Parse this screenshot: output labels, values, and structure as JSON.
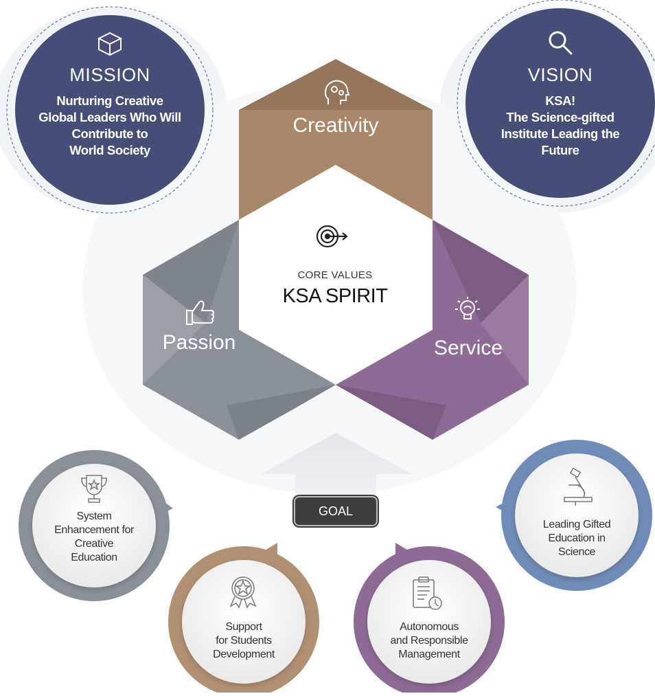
{
  "mission": {
    "heading": "MISSION",
    "lines": [
      "Nurturing Creative",
      "Global Leaders Who Will",
      "Contribute to",
      "World Society"
    ]
  },
  "vision": {
    "heading": "VISION",
    "lines": [
      "KSA!",
      "The Science-gifted",
      "Institute Leading the",
      "Future"
    ]
  },
  "core": {
    "subtitle": "CORE VALUES",
    "title": "KSA SPIRIT"
  },
  "values": {
    "creativity": "Creativity",
    "passion": "Passion",
    "service": "Service"
  },
  "goal_badge": "GOAL",
  "goals": {
    "system": [
      "System",
      "Enhancement for",
      "Creative",
      "Education"
    ],
    "support": [
      "Support",
      "for Students",
      "Development"
    ],
    "autonomous": [
      "Autonomous",
      "and Responsible",
      "Management"
    ],
    "leading": [
      "Leading Gifted",
      "Education in",
      "Science"
    ]
  },
  "colors": {
    "navy": "#464e78",
    "brown": "#a88667",
    "grey": "#8a9097",
    "purple": "#8e6b95",
    "blue": "#6f8cb8",
    "tan": "#b29072"
  },
  "icons": {
    "mission": "cube-icon",
    "vision": "magnifier-icon",
    "creativity": "brain-gears-icon",
    "core": "target-icon",
    "passion": "thumbs-up-icon",
    "service": "lightbulb-icon",
    "system": "trophy-icon",
    "support": "medal-icon",
    "autonomous": "clipboard-icon",
    "leading": "microscope-icon"
  }
}
